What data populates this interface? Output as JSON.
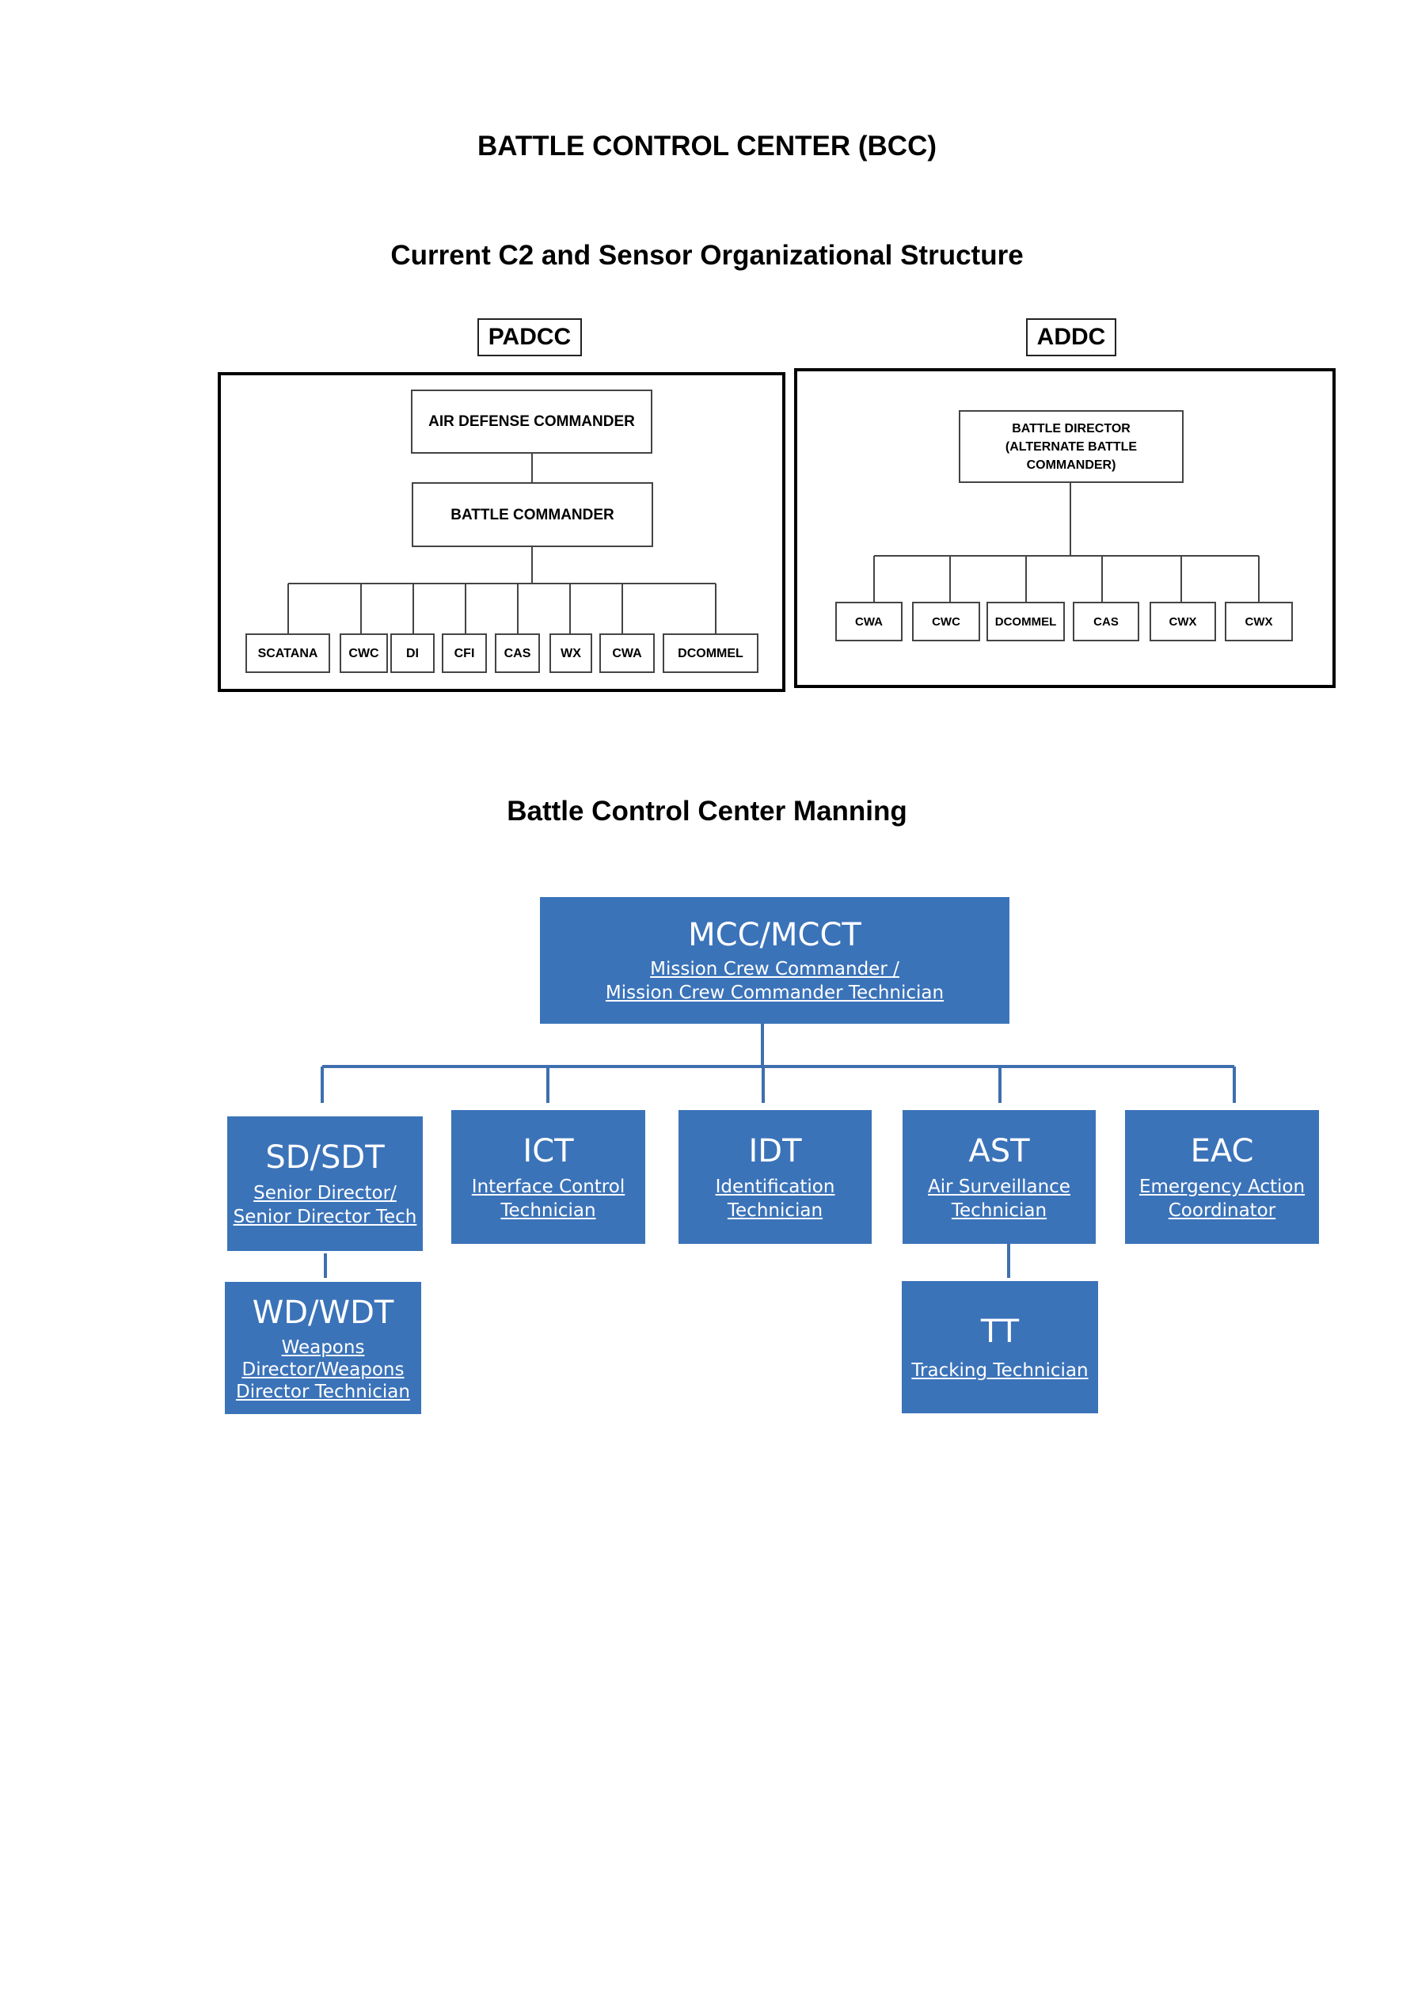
{
  "titles": {
    "main": "BATTLE CONTROL CENTER (BCC)",
    "structure": "Current C2 and Sensor Organizational Structure",
    "manning": "Battle Control Center Manning"
  },
  "padcc": {
    "label": "PADCC",
    "air_defense_commander": "AIR DEFENSE COMMANDER",
    "battle_commander": "BATTLE COMMANDER",
    "children": [
      "SCATANA",
      "CWC",
      "DI",
      "CFI",
      "CAS",
      "WX",
      "CWA",
      "DCOMMEL"
    ]
  },
  "addc": {
    "label": "ADDC",
    "battle_director": [
      "BATTLE DIRECTOR",
      "(ALTERNATE BATTLE",
      "COMMANDER)"
    ],
    "children": [
      "CWA",
      "CWC",
      "DCOMMEL",
      "CAS",
      "CWX",
      "CWX"
    ]
  },
  "manning": {
    "mcc": {
      "title": "MCC/MCCT",
      "line1": "Mission Crew Commander /",
      "line2": "Mission Crew Commander Technician"
    },
    "sd": {
      "title": "SD/SDT",
      "line1": "Senior Director/",
      "line2": "Senior Director Tech"
    },
    "ict": {
      "title": "ICT",
      "line1": "Interface Control",
      "line2": "Technician"
    },
    "idt": {
      "title": "IDT",
      "line1": "Identification",
      "line2": "Technician"
    },
    "ast": {
      "title": "AST",
      "line1": "Air Surveillance",
      "line2": "Technician"
    },
    "eac": {
      "title": "EAC",
      "line1": "Emergency Action",
      "line2": "Coordinator"
    },
    "wd": {
      "title": "WD/WDT",
      "line1": "Weapons",
      "line2": "Director/Weapons",
      "line3": "Director Technician"
    },
    "tt": {
      "title": "TT",
      "line1": "Tracking Technician"
    }
  },
  "colors": {
    "box_blue": "#3b73b9",
    "connector_blue": "#3f6fae"
  }
}
